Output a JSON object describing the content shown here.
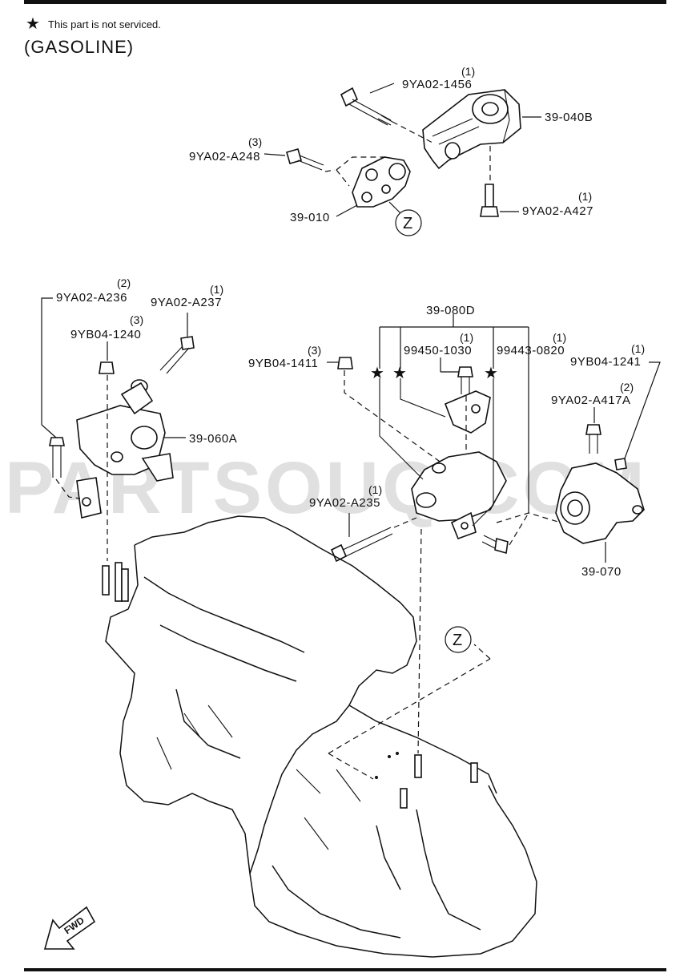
{
  "header": {
    "note_symbol": "★",
    "note_text": "This part is not serviced.",
    "variant": "(GASOLINE)"
  },
  "watermark": "PARTSOUQ.COM",
  "callouts": {
    "p_9YA02_1456": {
      "code": "9YA02-1456",
      "qty": "(1)"
    },
    "p_39_040B": {
      "code": "39-040B"
    },
    "p_9YA02_A248": {
      "code": "9YA02-A248",
      "qty": "(3)"
    },
    "p_39_010": {
      "code": "39-010"
    },
    "p_9YA02_A427": {
      "code": "9YA02-A427",
      "qty": "(1)"
    },
    "p_9YA02_A236": {
      "code": "9YA02-A236",
      "qty": "(2)"
    },
    "p_9YA02_A237": {
      "code": "9YA02-A237",
      "qty": "(1)"
    },
    "p_9YB04_1240": {
      "code": "9YB04-1240",
      "qty": "(3)"
    },
    "p_39_060A": {
      "code": "39-060A"
    },
    "p_39_080D": {
      "code": "39-080D"
    },
    "p_9YB04_1411": {
      "code": "9YB04-1411",
      "qty": "(3)"
    },
    "p_99450_1030": {
      "code": "99450-1030",
      "qty": "(1)"
    },
    "p_99443_0820": {
      "code": "99443-0820",
      "qty": "(1)"
    },
    "p_9YB04_1241": {
      "code": "9YB04-1241",
      "qty": "(1)"
    },
    "p_9YA02_A417A": {
      "code": "9YA02-A417A",
      "qty": "(2)"
    },
    "p_9YA02_A235": {
      "code": "9YA02-A235",
      "qty": "(1)"
    },
    "p_39_070": {
      "code": "39-070"
    }
  },
  "view_markers": {
    "z_top": "Z",
    "z_bottom": "Z"
  },
  "fwd_label": "FWD"
}
